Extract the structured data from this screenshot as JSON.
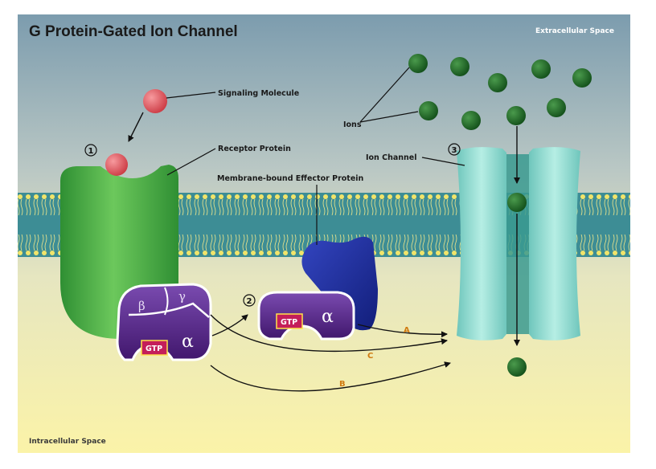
{
  "title": "G Protein-Gated Ion Channel",
  "extracellular_label": "Extracellular Space",
  "intracellular_label": "Intracellular Space",
  "labels": {
    "signaling_molecule": "Signaling Molecule",
    "receptor_protein": "Receptor Protein",
    "effector_protein": "Membrane-bound Effector Protein",
    "ions": "Ions",
    "ion_channel": "Ion Channel"
  },
  "steps": {
    "one": "1",
    "two": "2",
    "three": "3"
  },
  "g_protein": {
    "alpha": "α",
    "beta": "β",
    "gamma": "γ",
    "gtp": "GTP"
  },
  "pathways": {
    "a": "A",
    "b": "B",
    "c": "C"
  },
  "colors": {
    "extracellular_top": "#7f9fb0",
    "extracellular_bottom": "#d5dcc0",
    "intracellular": "#f8f0a8",
    "membrane": "#3e8f98",
    "receptor": "#4fb548",
    "signal_molecule": "#e0535b",
    "g_protein": "#5b2a8e",
    "gtp_box": "#c41e5a",
    "effector": "#1f2f9e",
    "channel": "#8fdad0",
    "ion": "#1e6a25",
    "pathway_label": "#d07a10"
  }
}
